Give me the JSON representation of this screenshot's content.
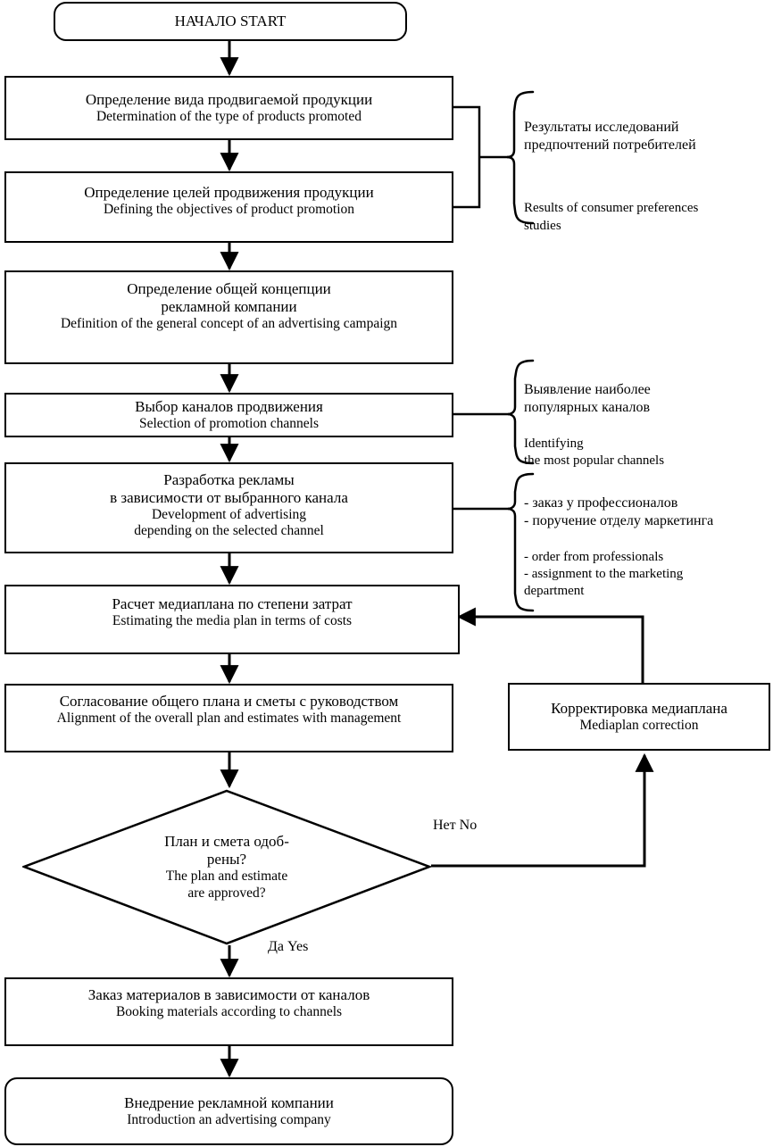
{
  "diagram": {
    "title": "Advertising campaign planning flowchart",
    "nodes": {
      "start": {
        "ru": "НАЧАЛО START",
        "en": ""
      },
      "product_type": {
        "ru": "Определение вида продвигаемой продукции",
        "en": "Determination of the type of products promoted"
      },
      "promo_goals": {
        "ru": "Определение целей продвижения продукции",
        "en": "Defining the objectives of product promotion"
      },
      "general_concept": {
        "ru": "Определение общей концепции\nрекламной компании",
        "en": "Definition of the general concept of an advertising campaign"
      },
      "channels": {
        "ru": "Выбор каналов продвижения",
        "en": "Selection of promotion channels"
      },
      "development": {
        "ru": "Разработка рекламы\nв зависимости от выбранного канала",
        "en": "Development of advertising\ndepending on the selected channel"
      },
      "mediaplan_calc": {
        "ru": "Расчет медиаплана по степени затрат",
        "en": "Estimating the media plan in terms of costs"
      },
      "alignment": {
        "ru": "Согласование общего плана и сметы с руководством",
        "en": "Alignment of the overall plan and estimates with management"
      },
      "decision": {
        "ru": "План и смета одоб-\nрены?",
        "en": "The plan and estimate\nare approved?"
      },
      "mediaplan_correction": {
        "ru": "Корректировка медиаплана",
        "en": "Mediaplan correction"
      },
      "booking": {
        "ru": "Заказ материалов в зависимости от каналов",
        "en": "Booking materials according to channels"
      },
      "introduction": {
        "ru": "Внедрение рекламной компании",
        "en": "Introduction an advertising company"
      }
    },
    "notes": {
      "research": {
        "ru": "Результаты     исследований\nпредпочтений потребителей",
        "en": "Results of consumer preferences\nstudies"
      },
      "popular_channels": {
        "ru": "Выявление наиболее\nпопулярных каналов",
        "en": "Identifying\nthe most popular channels"
      },
      "assignment": {
        "ru": "- заказ у профессионалов\n- поручение отделу маркетинга",
        "en": "- order from professionals\n- assignment to the marketing\n   department"
      }
    },
    "edge_labels": {
      "no": "Нет  No",
      "yes": "Да  Yes"
    },
    "colors": {
      "stroke": "#000000",
      "background": "#ffffff",
      "text": "#000000"
    }
  }
}
